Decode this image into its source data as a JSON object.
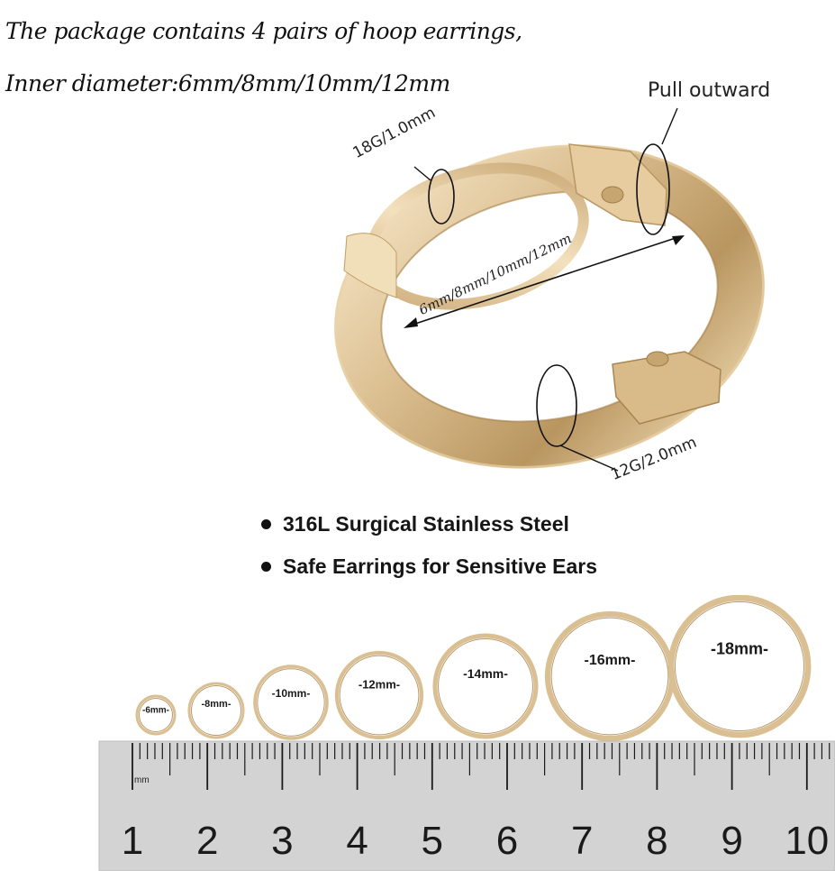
{
  "header": {
    "line1": "The package contains 4 pairs of hoop earrings,",
    "line2": "Inner diameter:6mm/8mm/10mm/12mm"
  },
  "hero": {
    "pull_label": "Pull outward",
    "gauge_thin_label": "18G/1.0mm",
    "gauge_thick_label": "12G/2.0mm",
    "diameter_label": "6mm/8mm/10mm/12mm",
    "ring_color": "#d8bc8e"
  },
  "features": {
    "items": [
      "316L Surgical Stainless Steel",
      "Safe Earrings for Sensitive Ears"
    ]
  },
  "sizes": [
    "-6mm-",
    "-8mm-",
    "-10mm-",
    "-12mm-",
    "-14mm-",
    "-16mm-",
    "-18mm-"
  ],
  "ruler": {
    "unit": "mm",
    "numbers": [
      "1",
      "2",
      "3",
      "4",
      "5",
      "6",
      "7",
      "8",
      "9",
      "10"
    ]
  }
}
